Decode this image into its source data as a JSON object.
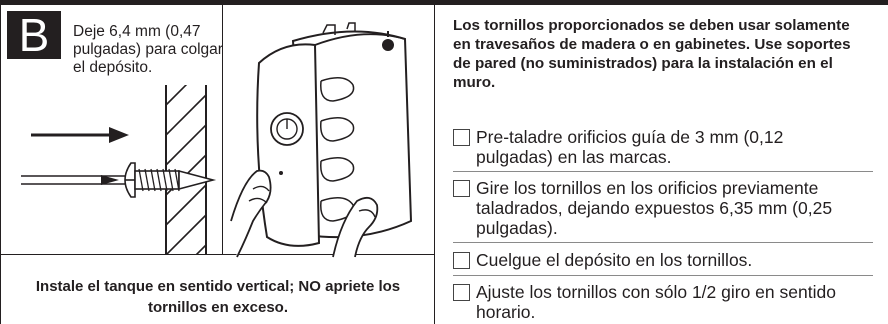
{
  "step": {
    "letter": "B",
    "clearance_text": "Deje 6,4 mm (0,47 pulgadas) para colgar el depósito."
  },
  "caption": "Instale el tanque en sentido vertical; NO apriete los tornillos en exceso.",
  "intro": "Los tornillos proporcionados se deben usar solamente en travesaños de madera o en gabinetes. Use soportes de pared (no suministrados) para la instalación en el muro.",
  "checklist": [
    {
      "label": "Pre-taladre orificios guía de 3 mm (0,12 pulgadas) en las marcas."
    },
    {
      "label": "Gire los tornillos en los orificios previamente taladrados, dejando expuestos 6,35 mm (0,25 pulgadas)."
    },
    {
      "label": "Cuelgue el depósito en los tornillos."
    },
    {
      "label": "Ajuste los tornillos con sólo 1/2 giro en sentido horario."
    }
  ],
  "icons": {
    "screw": "screw-into-wall-illustration",
    "tank": "tank-hanging-illustration"
  },
  "colors": {
    "ink": "#231f20"
  }
}
